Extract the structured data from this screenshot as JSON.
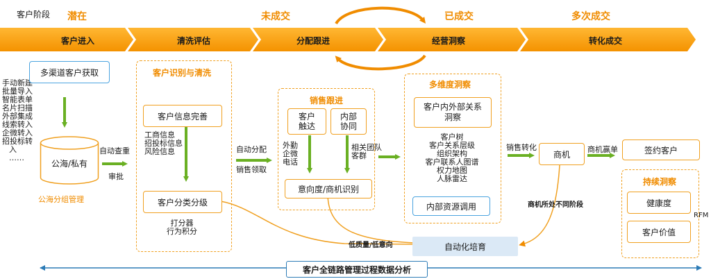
{
  "header": {
    "title": "客户阶段",
    "stages": [
      "潜在",
      "未成交",
      "已成交",
      "多次成交"
    ]
  },
  "chevrons": [
    "客户进入",
    "清洗评估",
    "分配跟进",
    "经营洞察",
    "转化成交"
  ],
  "sources": [
    "手动新建",
    "批量导入",
    "智能表单",
    "名片扫描",
    "外部集成",
    "线索转入",
    "企微转入",
    "招投标转",
    "入",
    "……"
  ],
  "entry": {
    "multi_channel": "多渠道客户获取",
    "pool": "公海/私有",
    "pool_caption": "公海分组管理",
    "auto_label": "自动查重",
    "approve_label": "审批"
  },
  "identify": {
    "title": "客户识别与清洗",
    "info_complete": "客户信息完善",
    "info_list": [
      "工商信息",
      "招投标信息",
      "风险信息"
    ],
    "classify": "客户分类分级",
    "classify_notes": [
      "打分器",
      "行为积分"
    ]
  },
  "assign": {
    "auto_assign": "自动分配",
    "sales_claim": "销售领取"
  },
  "sales": {
    "title": "销售跟进",
    "touch": "客户触达",
    "collab": "内部协同",
    "left_notes": [
      "外勤",
      "企微",
      "电话"
    ],
    "right_notes": [
      "相关团队",
      "客群"
    ],
    "intent": "意向度/商机识别"
  },
  "insight": {
    "title": "多维度洞察",
    "relation": "客户内外部关系洞察",
    "items": [
      "客户树",
      "客户关系层级",
      "组织架构",
      "客户联系人图谱",
      "权力地图",
      "人脉雷达"
    ],
    "resources": "内部资源调用"
  },
  "convert": {
    "sales_convert": "销售转化",
    "opportunity": "商机",
    "win_label": "商机赢单",
    "signed": "签约客户",
    "stage_note": "商机所处不同阶段"
  },
  "continuous": {
    "title": "持续洞察",
    "health": "健康度",
    "value": "客户价值",
    "rfm": "RFM"
  },
  "nurture": {
    "label": "自动化培育",
    "low_quality": "低质量/低意向"
  },
  "footer": {
    "analysis": "客户全链路管理过程数据分析"
  }
}
